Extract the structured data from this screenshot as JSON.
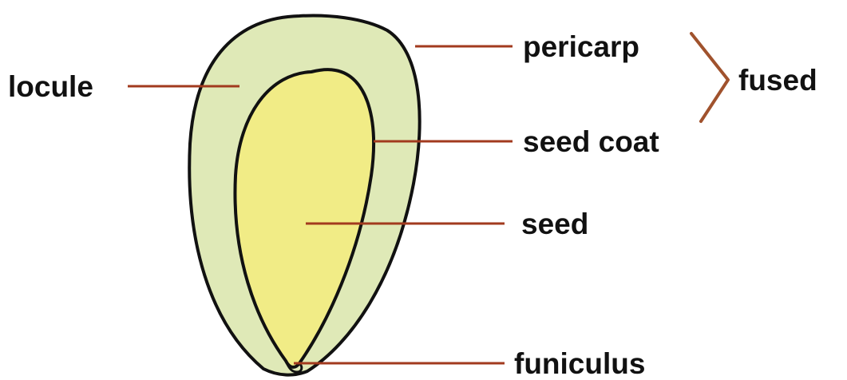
{
  "labels": {
    "locule": "locule",
    "pericarp": "pericarp",
    "seed_coat": "seed coat",
    "seed": "seed",
    "funiculus": "funiculus",
    "fused": "fused"
  },
  "colors": {
    "pericarp_fill": "#dfe9b7",
    "seed_fill": "#f1ec86",
    "outline": "#111111",
    "leader_line": "#a23a1e",
    "bracket": "#a0522d",
    "text": "#111111",
    "background": "#ffffff"
  }
}
